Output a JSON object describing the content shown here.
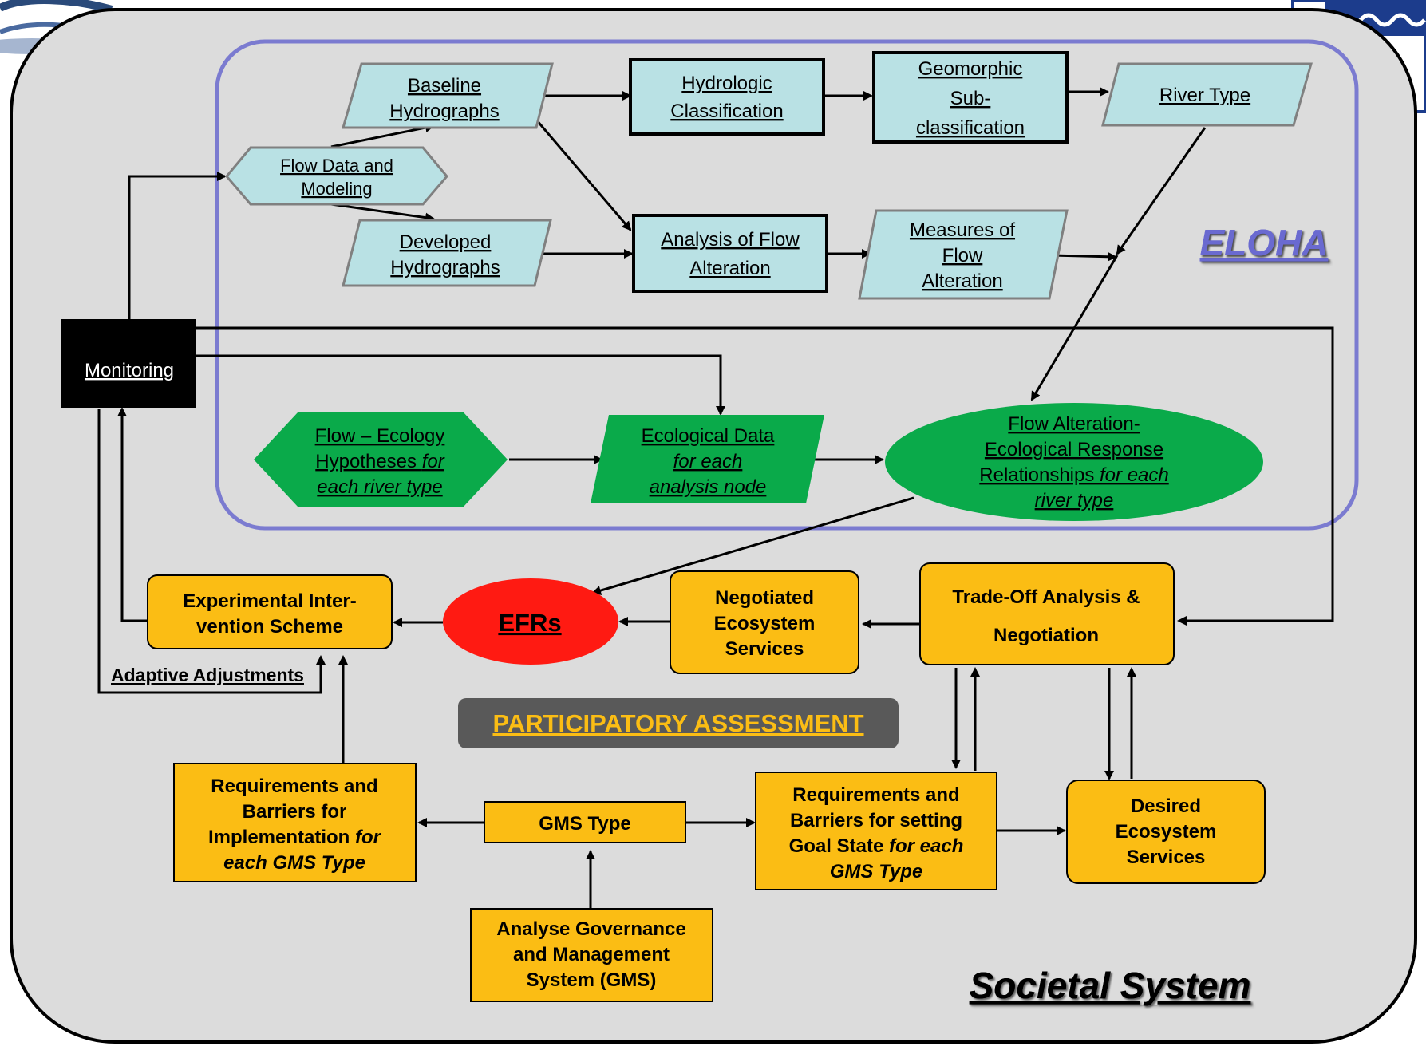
{
  "colors": {
    "societal_bg": "#dcdcdc",
    "eloha_border": "#7b7bd0",
    "light_blue": "#b9e1e4",
    "green": "#0aaa4a",
    "orange": "#fbbd14",
    "red": "#ff1a12",
    "dark_gray": "#595959",
    "black": "#000000"
  },
  "labels": {
    "eloha": "ELOHA",
    "societal": "Societal System",
    "participatory": "PARTICIPATORY ASSESSMENT",
    "adaptive": "Adaptive Adjustments"
  },
  "nodes": {
    "baseline": [
      "Baseline",
      "Hydrographs"
    ],
    "hydrologic": [
      "Hydrologic",
      "Classification"
    ],
    "geomorphic": [
      "Geomorphic",
      "Sub-",
      "classification"
    ],
    "river_type": [
      "River Type"
    ],
    "flow_data": [
      "Flow Data and",
      "Modeling"
    ],
    "developed": [
      "Developed",
      "Hydrographs"
    ],
    "analysis": [
      "Analysis of Flow",
      "Alteration"
    ],
    "measures": [
      "Measures of",
      "Flow",
      "Alteration"
    ],
    "monitoring": [
      "Monitoring"
    ],
    "flow_ecology": [
      "Flow – Ecology",
      "Hypotheses |for",
      "|each river type"
    ],
    "eco_data": [
      "Ecological Data",
      "|for each",
      "|analysis node"
    ],
    "flow_alteration_resp": [
      "Flow Alteration-",
      "Ecological Response",
      "Relationships |for each",
      "|river type"
    ],
    "experimental": [
      "Experimental Inter-",
      "vention Scheme"
    ],
    "efrs": [
      "EFRs"
    ],
    "negotiated": [
      "Negotiated",
      "Ecosystem",
      "Services"
    ],
    "tradeoff": [
      "Trade-Off Analysis &",
      "Negotiation"
    ],
    "req_impl": [
      "Requirements and",
      "Barriers for",
      "Implementation |for",
      "|each GMS Type"
    ],
    "gms_type": [
      "GMS Type"
    ],
    "req_goal": [
      "Requirements and",
      "Barriers for setting",
      "Goal State |for each",
      "|GMS Type"
    ],
    "desired": [
      "Desired",
      "Ecosystem",
      "Services"
    ],
    "analyse_gov": [
      "Analyse Governance",
      "and Management",
      "System (GMS)"
    ]
  }
}
